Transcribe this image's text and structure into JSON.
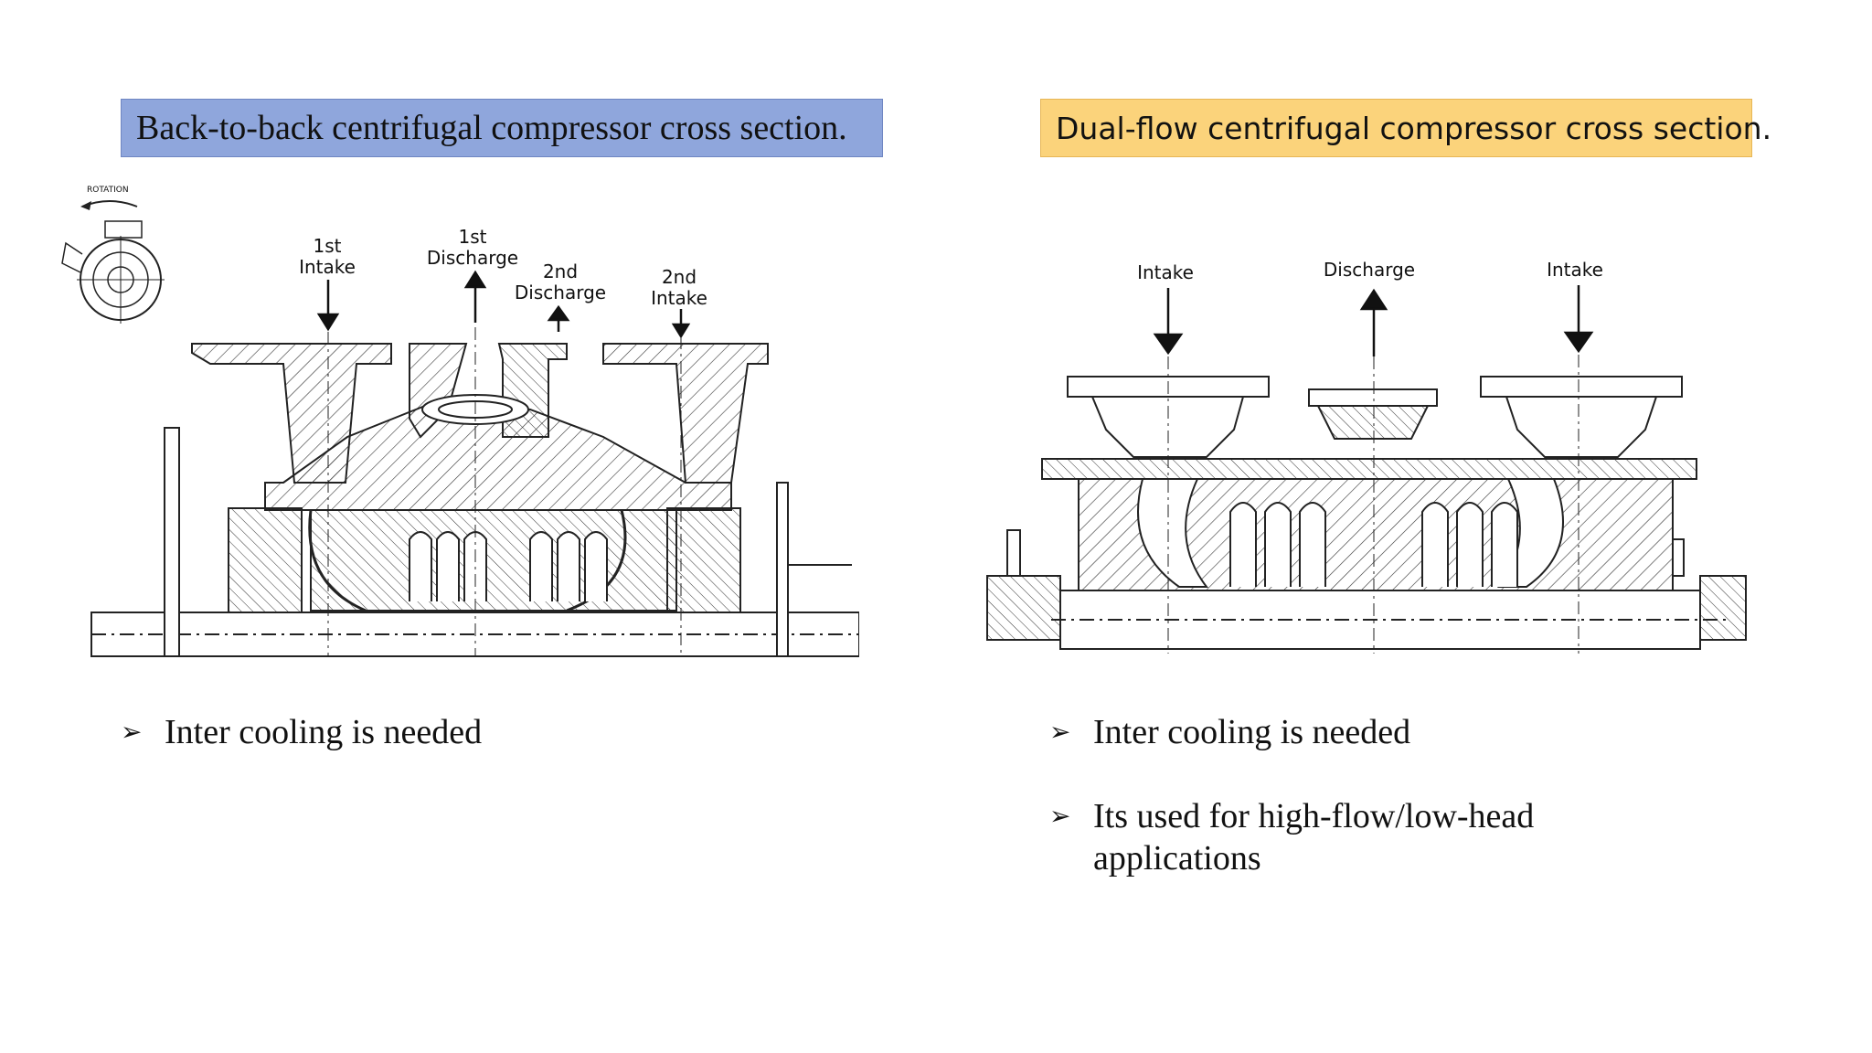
{
  "left": {
    "title": "Back-to-back centrifugal compressor cross section.",
    "labels": {
      "rotation": "ROTATION",
      "first": "1st",
      "intake": "Intake",
      "discharge": "Discharge",
      "second": "2nd"
    },
    "bullets": [
      "Inter cooling is needed"
    ]
  },
  "right": {
    "title": "Dual-flow centrifugal compressor cross section.",
    "labels": {
      "intake_left": "Intake",
      "discharge": "Discharge",
      "intake_right": "Intake"
    },
    "bullets": [
      "Inter cooling is needed",
      "Its used for  high-flow/low-head applications"
    ]
  },
  "colors": {
    "left_title_bg": "#8fa6dc",
    "right_title_bg": "#fbd37b"
  },
  "icons": {
    "bullet": "arrowhead-bullet-icon"
  }
}
